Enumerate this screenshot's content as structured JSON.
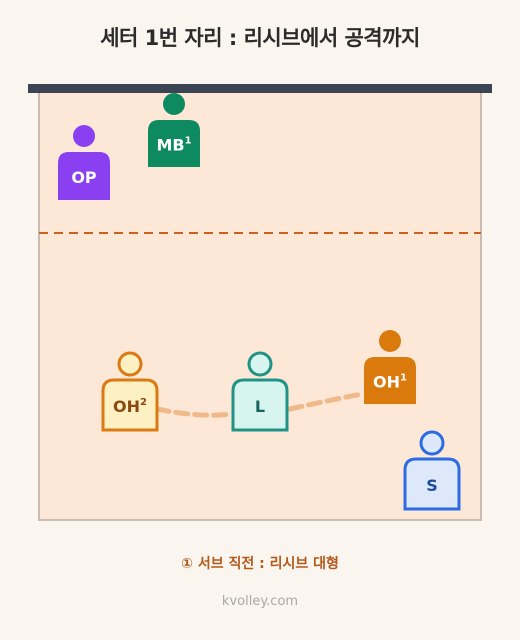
{
  "title": "세터 1번 자리 : 리시브에서 공격까지",
  "caption": "① 서브 직전 : 리시브 대형",
  "footer": "kvolley.com",
  "colors": {
    "court_fill": "#fde8d8",
    "court_border": "#c9bdb3",
    "net": "#3b4452",
    "attack_line": "#c8621c",
    "receive_line": "#efb98a"
  },
  "players": [
    {
      "id": "op",
      "label": "OP",
      "sup": "",
      "style": "solid",
      "color": "#8a3ff0",
      "fill": "#8a3ff0",
      "text": "#ffffff"
    },
    {
      "id": "mb",
      "label": "MB",
      "sup": "1",
      "style": "solid",
      "color": "#0e8a61",
      "fill": "#0e8a61",
      "text": "#ffffff"
    },
    {
      "id": "oh2",
      "label": "OH",
      "sup": "2",
      "style": "outline",
      "color": "#db7a12",
      "fill": "#fdf0c2",
      "text": "#8a4a10"
    },
    {
      "id": "l",
      "label": "L",
      "sup": "",
      "style": "outline",
      "color": "#1f9486",
      "fill": "#d8f4ef",
      "text": "#15665d"
    },
    {
      "id": "oh1",
      "label": "OH",
      "sup": "1",
      "style": "solid",
      "color": "#db7a0c",
      "fill": "#db7a0c",
      "text": "#ffffff"
    },
    {
      "id": "s",
      "label": "S",
      "sup": "",
      "style": "outline",
      "color": "#2b6be4",
      "fill": "#dde8fb",
      "text": "#1d4c9e"
    }
  ]
}
